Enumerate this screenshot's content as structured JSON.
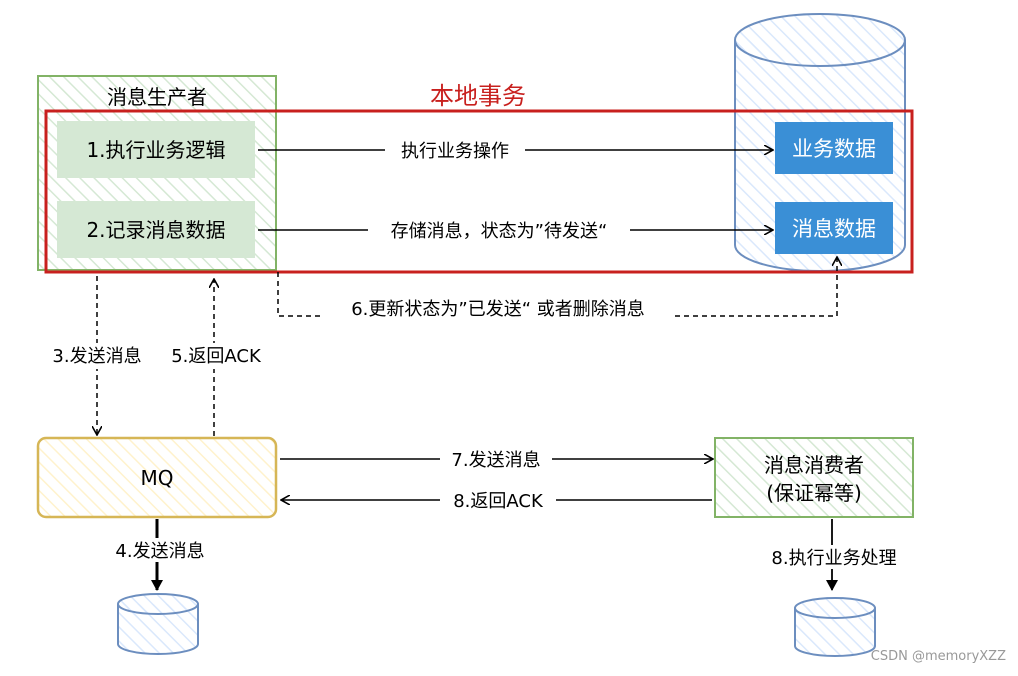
{
  "producer": {
    "title": "消息生产者",
    "step1": "1.执行业务逻辑",
    "step2": "2.记录消息数据"
  },
  "local_tx": {
    "label": "本地事务"
  },
  "database": {
    "business_data": "业务数据",
    "message_data": "消息数据"
  },
  "edges": {
    "exec_business_op": "执行业务操作",
    "store_message": "存储消息，状态为”待发送“",
    "update_status": "6.更新状态为”已发送“ 或者删除消息",
    "send_message_3": "3.发送消息",
    "return_ack_5": "5.返回ACK",
    "send_message_4": "4.发送消息",
    "send_message_7": "7.发送消息",
    "return_ack_8": "8.返回ACK",
    "exec_business_8": "8.执行业务处理"
  },
  "mq": {
    "label": "MQ"
  },
  "consumer": {
    "line1": "消息消费者",
    "line2": "(保证幂等)"
  },
  "watermark": "CSDN @memoryXZZ",
  "colors": {
    "producer_border": "#82b366",
    "step_fill": "#d5e8d4",
    "local_tx_border": "#c8201e",
    "local_tx_text": "#c8201e",
    "db_border": "#6c8ebf",
    "data_box_fill": "#3a8fd6",
    "mq_border": "#d6b656",
    "mq_fill": "#fff2cc",
    "consumer_border": "#82b366",
    "consumer_fill": "#d5e8d4"
  }
}
